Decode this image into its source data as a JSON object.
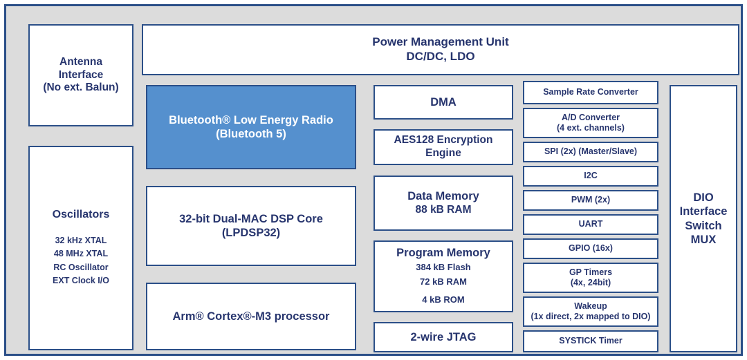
{
  "diagram": {
    "title": "Bluetooth Low Energy SoC block diagram",
    "colors": {
      "frame_border": "#2b4f88",
      "chip_background": "#dcdcdc",
      "block_border": "#2b4f88",
      "block_fill": "#ffffff",
      "text": "#27356e",
      "radio_fill": "#5590ce",
      "radio_text": "#ffffff"
    }
  },
  "antenna": {
    "line1": "Antenna",
    "line2": "Interface",
    "line3": "(No ext. Balun)"
  },
  "oscillators": {
    "title": "Oscillators",
    "items": [
      "32 kHz XTAL",
      "48 MHz XTAL",
      "RC Oscillator",
      "EXT Clock I/O"
    ]
  },
  "pmu": {
    "line1": "Power Management Unit",
    "line2": "DC/DC, LDO"
  },
  "radio": {
    "line1": "Bluetooth® Low Energy Radio",
    "line2": "(Bluetooth 5)"
  },
  "dsp": {
    "line1": "32-bit Dual-MAC DSP Core",
    "line2": "(LPDSP32)"
  },
  "cortex": {
    "line1": "Arm® Cortex®-M3 processor"
  },
  "middle": {
    "dma": {
      "line1": "DMA"
    },
    "aes": {
      "line1": "AES128 Encryption",
      "line2": "Engine"
    },
    "data_memory": {
      "line1": "Data Memory",
      "line2": "88 kB RAM"
    },
    "program_memory": {
      "line1": "Program Memory",
      "line2": "384 kB Flash",
      "line3": "72 kB RAM",
      "line4": "4 kB ROM"
    },
    "jtag": {
      "line1": "2-wire JTAG"
    }
  },
  "peripherals": [
    {
      "line1": "Sample Rate Converter",
      "line2": ""
    },
    {
      "line1": "A/D Converter",
      "line2": "(4 ext. channels)"
    },
    {
      "line1": "SPI (2x) (Master/Slave)",
      "line2": ""
    },
    {
      "line1": "I2C",
      "line2": ""
    },
    {
      "line1": "PWM (2x)",
      "line2": ""
    },
    {
      "line1": "UART",
      "line2": ""
    },
    {
      "line1": "GPIO (16x)",
      "line2": ""
    },
    {
      "line1": "GP Timers",
      "line2": "(4x, 24bit)"
    },
    {
      "line1": "Wakeup",
      "line2": "(1x direct, 2x mapped to DIO)"
    },
    {
      "line1": "SYSTICK Timer",
      "line2": ""
    }
  ],
  "dio": {
    "line1": "DIO",
    "line2": "Interface",
    "line3": "Switch",
    "line4": "MUX"
  }
}
